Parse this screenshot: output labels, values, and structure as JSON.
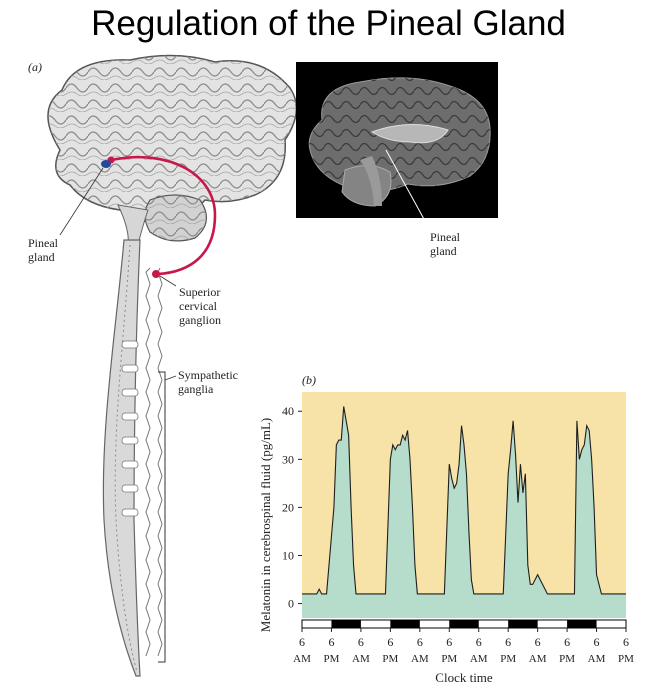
{
  "title": "Regulation of the Pineal Gland",
  "panel_a": {
    "label": "(a)",
    "pineal_gland": [
      "Pineal",
      "gland"
    ],
    "superior_cervical_ganglion": [
      "Superior",
      "cervical",
      "ganglion"
    ],
    "sympathetic_ganglia": [
      "Sympathetic",
      "ganglia"
    ]
  },
  "photo": {
    "pineal_gland": [
      "Pineal",
      "gland"
    ]
  },
  "colors": {
    "pathway": "#c8174a",
    "plot_bg": "#f7e2a7",
    "area_fill": "#b6dccb",
    "night_bar": "#000000"
  },
  "chart_data": {
    "type": "area",
    "panel_label": "(b)",
    "xlabel": "Clock time",
    "ylabel": "Melatonin in cerebrospinal fluid (pg/mL)",
    "ylim": [
      -3,
      44
    ],
    "yticks": [
      0,
      10,
      20,
      30,
      40
    ],
    "xticks": [
      {
        "h": 6,
        "top": "6",
        "bottom": "AM"
      },
      {
        "h": 18,
        "top": "6",
        "bottom": "PM"
      },
      {
        "h": 30,
        "top": "6",
        "bottom": "AM"
      },
      {
        "h": 42,
        "top": "6",
        "bottom": "PM"
      },
      {
        "h": 54,
        "top": "6",
        "bottom": "AM"
      },
      {
        "h": 66,
        "top": "6",
        "bottom": "PM"
      },
      {
        "h": 78,
        "top": "6",
        "bottom": "AM"
      },
      {
        "h": 90,
        "top": "6",
        "bottom": "PM"
      },
      {
        "h": 102,
        "top": "6",
        "bottom": "AM"
      },
      {
        "h": 114,
        "top": "6",
        "bottom": "PM"
      },
      {
        "h": 126,
        "top": "6",
        "bottom": "AM"
      },
      {
        "h": 138,
        "top": "6",
        "bottom": "PM"
      }
    ],
    "night_periods": [
      [
        18,
        30
      ],
      [
        42,
        54
      ],
      [
        66,
        78
      ],
      [
        90,
        102
      ],
      [
        114,
        126
      ]
    ],
    "series": [
      {
        "x": [
          6,
          11,
          12,
          13,
          14,
          15,
          16,
          18,
          19,
          20,
          21,
          22,
          23,
          24,
          25,
          26,
          27,
          28,
          29,
          30,
          32,
          34,
          36,
          38,
          40,
          42,
          43,
          44,
          45,
          46,
          47,
          48,
          49,
          50,
          51,
          52,
          53,
          54,
          56,
          58,
          60,
          62,
          64,
          66,
          67,
          68,
          69,
          70,
          71,
          72,
          73,
          74,
          75,
          76,
          77,
          78,
          80,
          82,
          84,
          86,
          88,
          90,
          91,
          92,
          93,
          94,
          95,
          96,
          97,
          98,
          99,
          100,
          101,
          102,
          104,
          106,
          108,
          110,
          112,
          114,
          115,
          116,
          117,
          118,
          119,
          120,
          121,
          122,
          123,
          124,
          125,
          126,
          128,
          130,
          132,
          134,
          136,
          138
        ],
        "y": [
          2,
          2,
          2,
          3,
          2,
          2,
          2,
          14,
          20,
          33,
          34,
          34,
          41,
          38,
          35,
          20,
          8,
          2,
          2,
          2,
          2,
          2,
          2,
          2,
          2,
          30,
          33,
          32,
          33,
          33,
          35,
          34,
          36,
          30,
          20,
          8,
          2,
          2,
          2,
          2,
          2,
          2,
          2,
          29,
          26,
          24,
          25,
          29,
          37,
          33,
          27,
          15,
          5,
          2,
          2,
          2,
          2,
          2,
          2,
          2,
          2,
          27,
          32,
          38,
          31,
          21,
          29,
          23,
          27,
          8,
          4,
          4,
          5,
          6,
          4,
          2,
          2,
          2,
          2,
          2,
          2,
          2,
          2,
          38,
          30,
          32,
          33,
          37,
          36,
          30,
          20,
          6,
          2,
          2,
          2,
          2,
          2,
          2
        ]
      }
    ]
  }
}
